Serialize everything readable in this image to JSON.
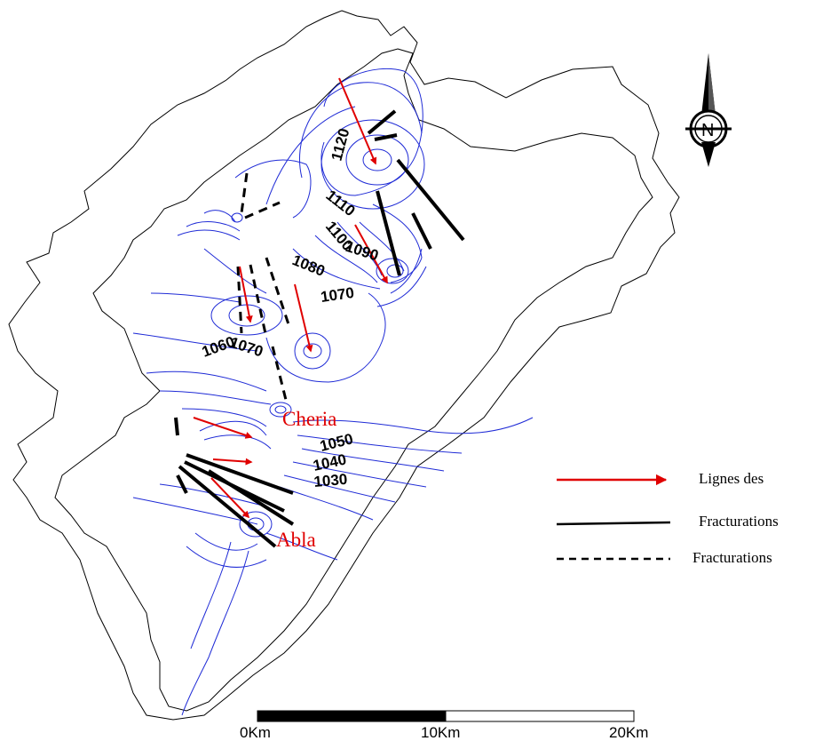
{
  "map": {
    "contour_labels": [
      "1120",
      "1110",
      "1100",
      "1090",
      "1080",
      "1070",
      "1070",
      "1060",
      "1050",
      "1040",
      "1030"
    ],
    "towns": [
      "Cheria",
      "Abla"
    ],
    "north_symbol": "N",
    "colors": {
      "boundary": "#000000",
      "contour": "#1f2bd6",
      "flow_arrow": "#e00000",
      "town_label": "#e00000",
      "fracture": "#000000"
    }
  },
  "legend": {
    "items": [
      {
        "symbol": "red-arrow",
        "label": "Lignes des"
      },
      {
        "symbol": "solid-line",
        "label": "Fracturations"
      },
      {
        "symbol": "dashed-line",
        "label": "Fracturations"
      }
    ]
  },
  "scale_bar": {
    "labels": [
      "0Km",
      "10Km",
      "20Km"
    ]
  },
  "icons": [
    "north-arrow-icon"
  ]
}
